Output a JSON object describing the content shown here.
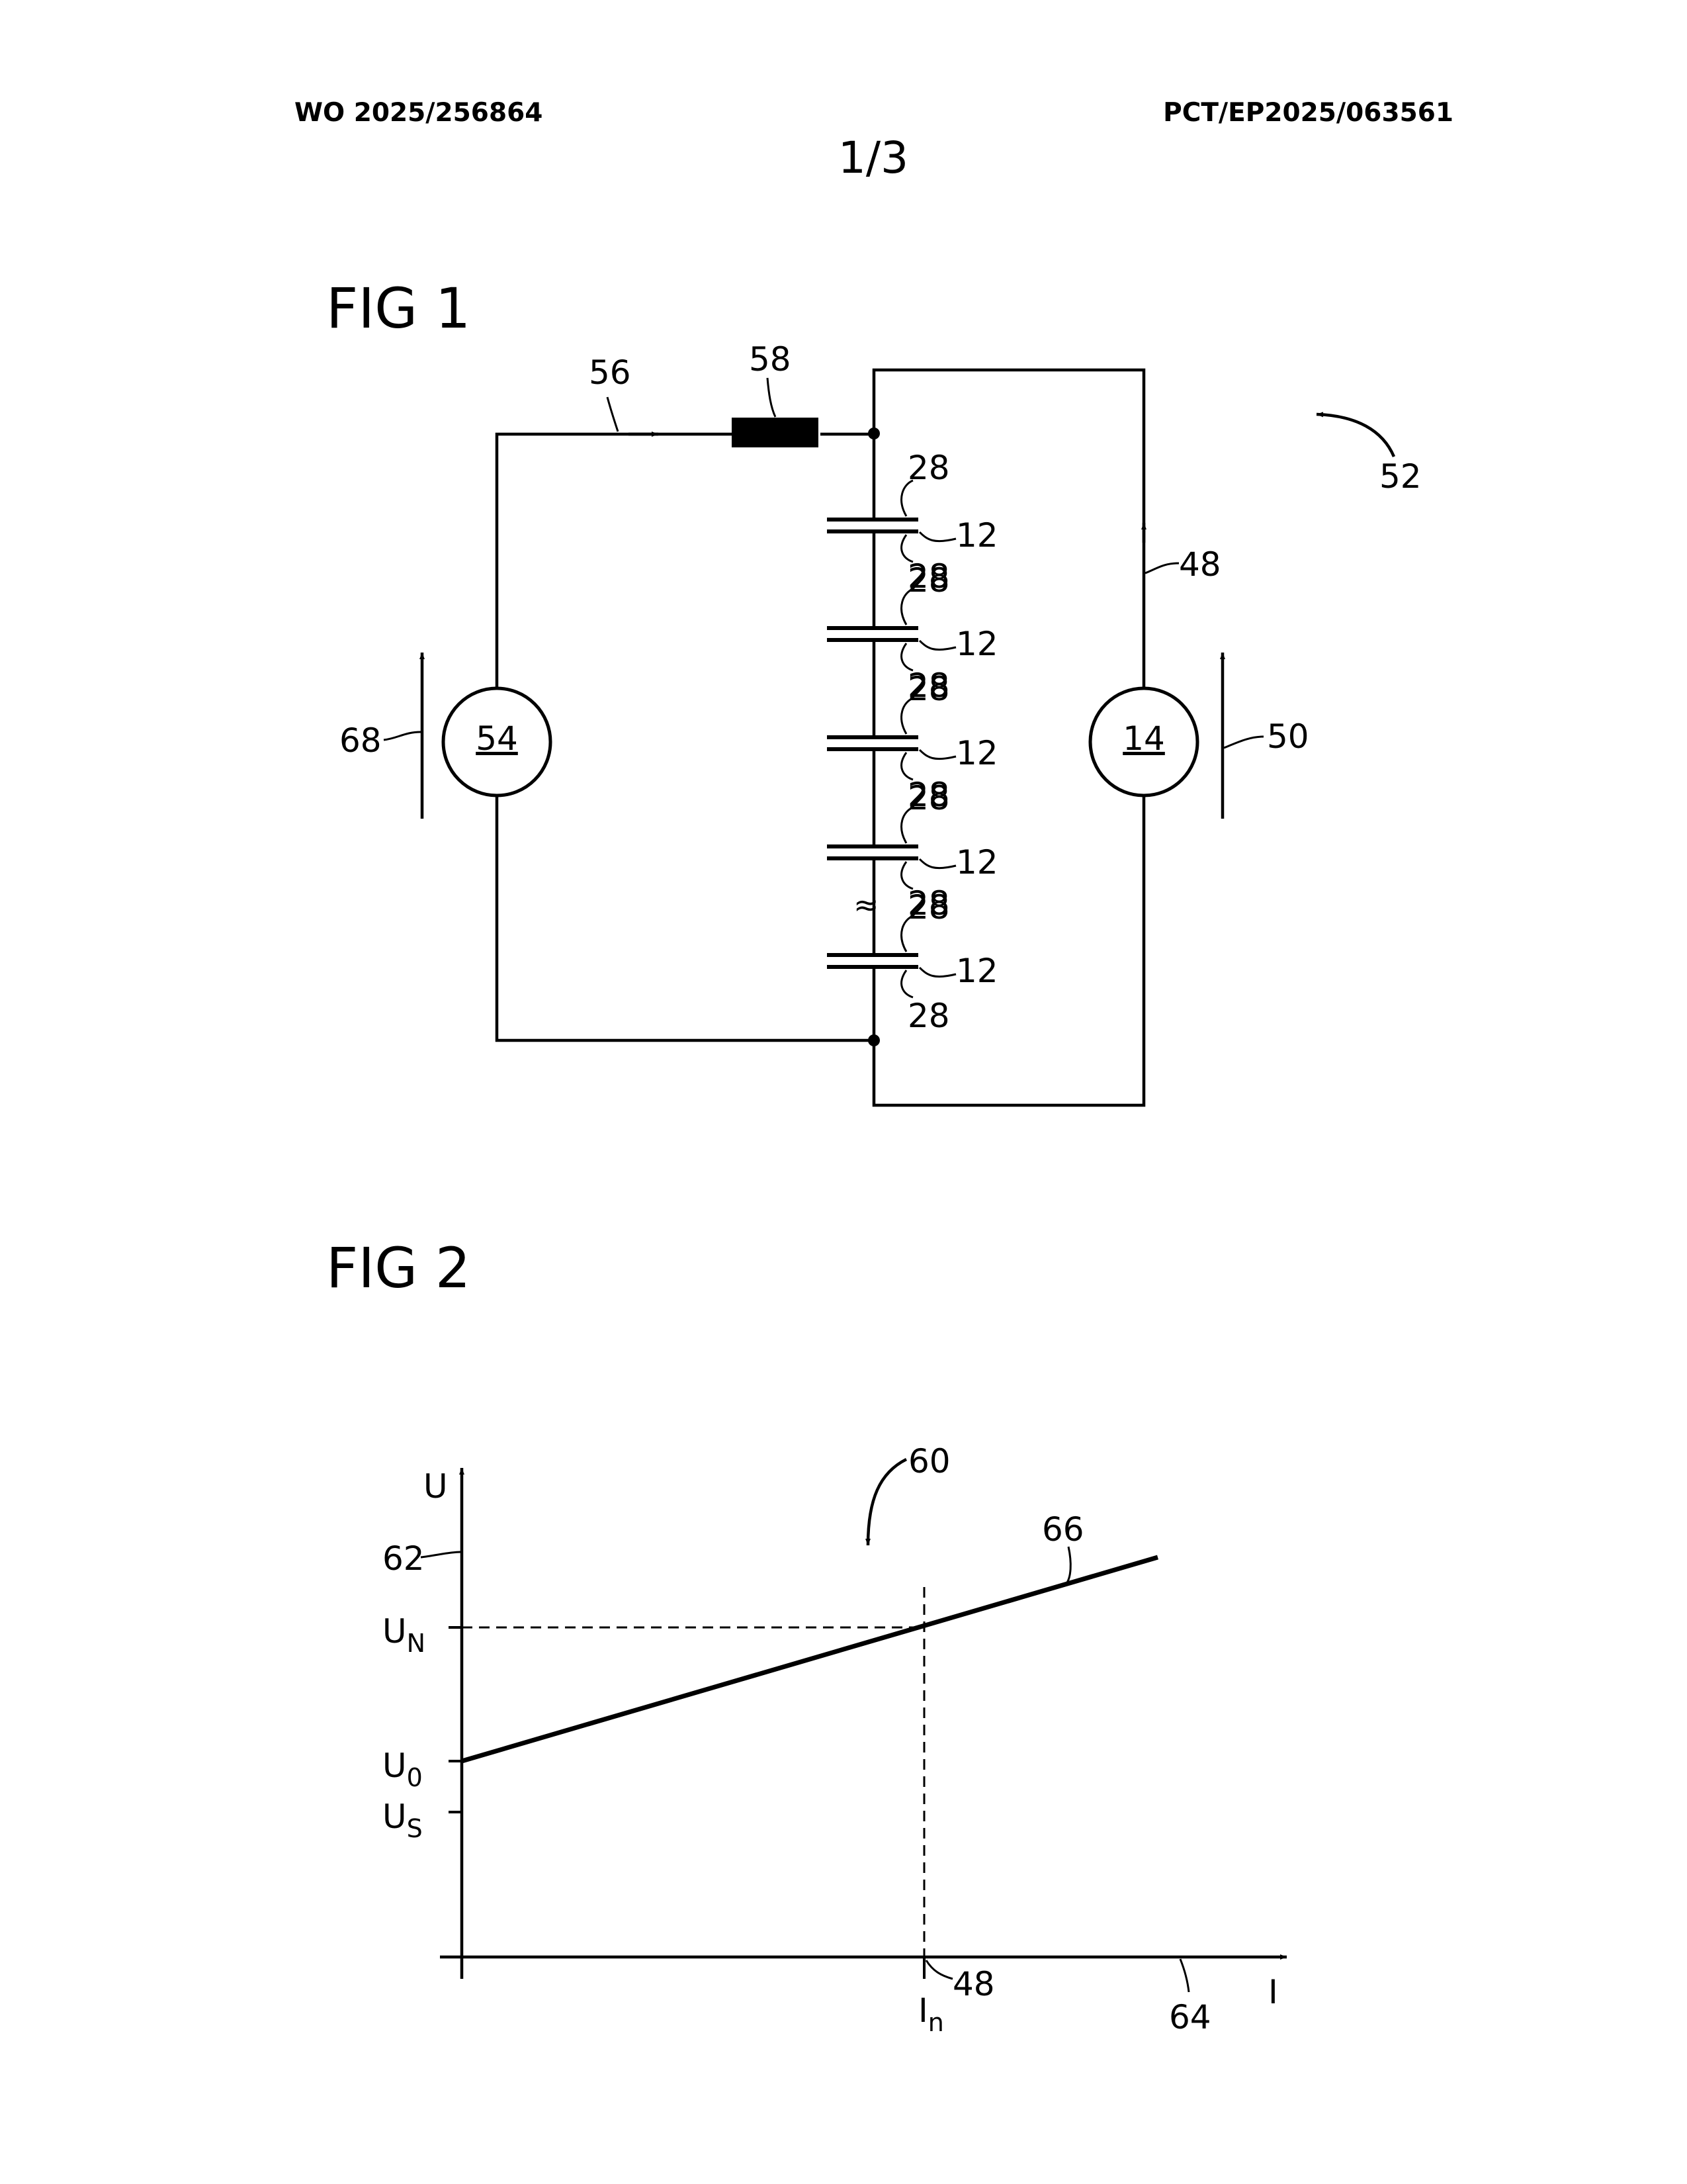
{
  "header": {
    "publication_number": "WO 2025/256864",
    "application_number": "PCT/EP2025/063561",
    "sheet": "1/3"
  },
  "fig1": {
    "title": "FIG 1",
    "source_left": "54",
    "source_right": "14",
    "labels": {
      "current_arrow": "56",
      "resistor": "58",
      "system": "52",
      "right_arrow": "48",
      "voltage_right": "50",
      "voltage_left": "68",
      "approx": "≈"
    },
    "cells": [
      {
        "top": "28",
        "side": "12",
        "bottom": "28"
      },
      {
        "top": "28",
        "side": "12",
        "bottom": "28"
      },
      {
        "top": "28",
        "side": "12",
        "bottom": "28"
      },
      {
        "top": "28",
        "side": "12",
        "bottom": "28"
      },
      {
        "top": "28",
        "side": "12",
        "bottom": "28"
      }
    ]
  },
  "fig2": {
    "title": "FIG 2",
    "y_axis_label": "U",
    "x_axis_label": "I",
    "ref_y_axis": "62",
    "ref_x_axis": "64",
    "ref_line": "66",
    "ref_diagram": "60",
    "ref_dash": "48",
    "ticks": {
      "un_main": "U",
      "un_sub": "N",
      "u0_main": "U",
      "u0_sub": "0",
      "us_main": "U",
      "us_sub": "S",
      "in_main": "I",
      "in_sub": "n"
    }
  },
  "chart_data": {
    "type": "line",
    "title": "",
    "xlabel": "I",
    "ylabel": "U",
    "x": [
      0,
      1
    ],
    "y_ticks": [
      "U0",
      "UN",
      "US"
    ],
    "x_ticks": [
      "In"
    ],
    "series": [
      {
        "name": "66",
        "points": [
          [
            "0",
            "U0"
          ],
          [
            "In",
            "UN"
          ]
        ]
      }
    ]
  }
}
